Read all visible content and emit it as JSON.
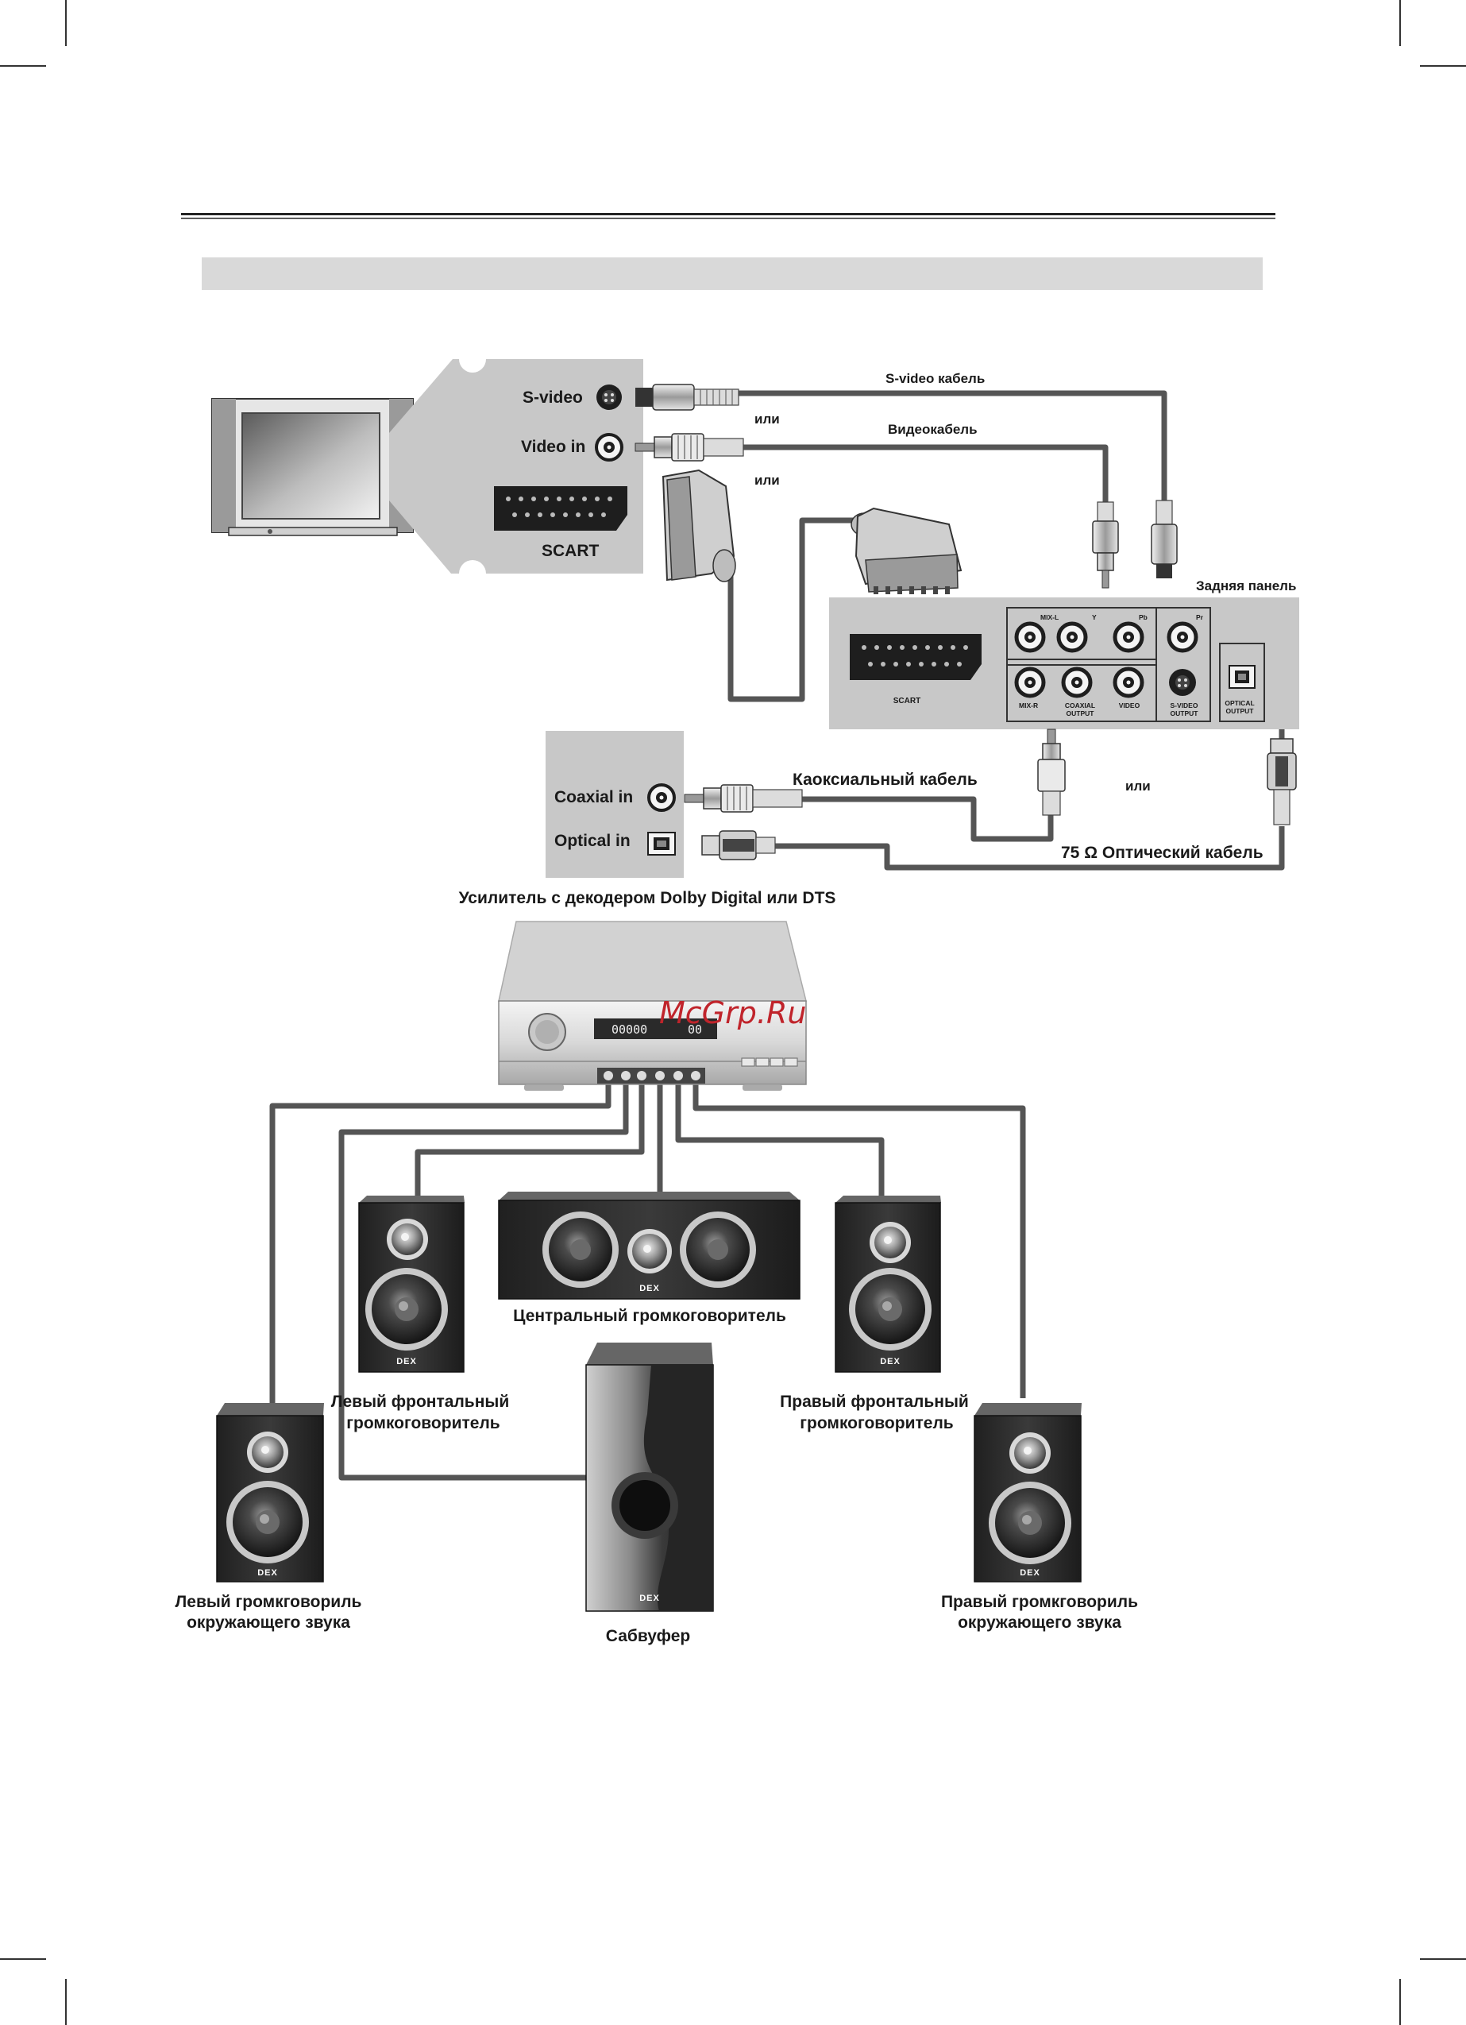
{
  "header": {
    "band_text": ""
  },
  "tv": {
    "svideo_label": "S-video",
    "videoin_label": "Video in",
    "scart_label": "SCART"
  },
  "cables": {
    "svideo_cable": "S-video кабель",
    "video_cable": "Видеокабель",
    "or_1": "или",
    "or_2": "или",
    "or_3": "или",
    "coaxial_cable": "Каоксиальный кабель",
    "optical_cable": "75 Ω Оптический кабель"
  },
  "player_panel": {
    "title": "Задняя панель",
    "scart": "SCART",
    "mix_l": "MIX-L",
    "y": "Y",
    "pb": "Pb",
    "pr": "Pr",
    "mix_r": "MIX-R",
    "coaxial_output_1": "COAXIAL",
    "coaxial_output_2": "OUTPUT",
    "video": "VIDEO",
    "svideo_output_1": "S-VIDEO",
    "svideo_output_2": "OUTPUT",
    "optical_output_1": "OPTICAL",
    "optical_output_2": "OUTPUT"
  },
  "amplifier": {
    "coaxial_in": "Coaxial in",
    "optical_in": "Optical in",
    "caption": "Усилитель с декодером Dolby Digital или DTS",
    "display_left": "00000",
    "display_right": "00"
  },
  "watermark": "McGrp.Ru",
  "speakers": {
    "brand": "DEX",
    "center": "Центральный громкоговоритель",
    "front_left_1": "Левый фронтальный",
    "front_left_2": "громкоговоритель",
    "front_right_1": "Правый фронтальный",
    "front_right_2": "громкоговоритель",
    "surround_left_1": "Левый громкговориль",
    "surround_left_2": "окружающего звука",
    "surround_right_1": "Правый громкговориль",
    "surround_right_2": "окружающего звука",
    "subwoofer": "Сабвуфер"
  }
}
